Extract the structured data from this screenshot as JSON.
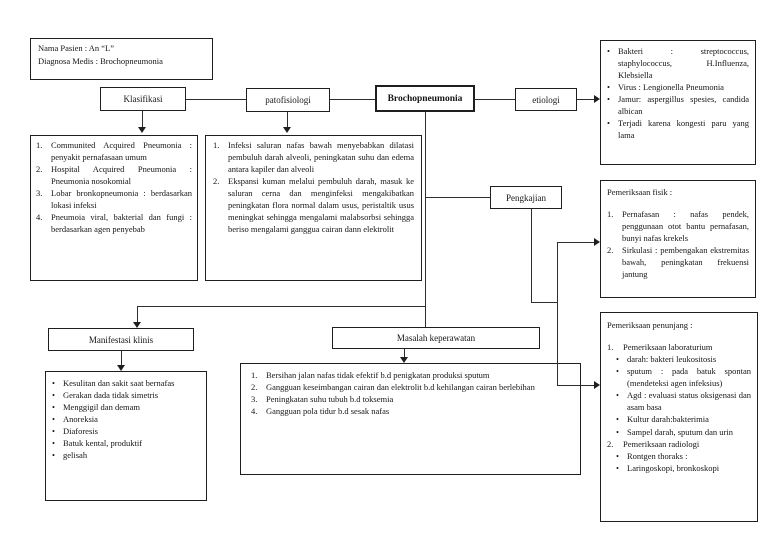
{
  "patient": {
    "line1": "Nama Pasien : An “L”",
    "line2": "Diagnosa Medis : Brochopneumonia"
  },
  "headers": {
    "klasifikasi": "Klasifikasi",
    "patofisiologi": "patofisiologi",
    "main": "Brochopneumonia",
    "etiologi": "etiologi",
    "pengkajian": "Pengkajian",
    "manifestasi": "Manifestasi klinis",
    "masalah": "Masalah keperawatan"
  },
  "etiologi_box": {
    "items": [
      "Bakteri : streptococcus, staphylococcus, H.Influenza, Klebsiella",
      "Virus : Lengionella Pneumonia",
      "Jamur: aspergillus spesies, candida albican",
      "Terjadi karena kongesti paru yang lama"
    ]
  },
  "klasifikasi_box": {
    "items": [
      "Communited Acquired Pneumonia : penyakit pernafasaan umum",
      "Hospital Acquired Pneumonia : Pneumonia nosokomial",
      "Lobar bronkopneumonia : berdasarkan lokasi infeksi",
      "Pneumoia viral, bakterial dan fungi : berdasarkan agen penyebab"
    ]
  },
  "patofisiologi_box": {
    "items": [
      "Infeksi saluran nafas bawah menyebabkan dilatasi pembuluh darah alveoli, peningkatan suhu dan edema antara kapiler dan alveoli",
      "Ekspansi kuman melalui pembuluh darah, masuk ke saluran cerna dan menginfeksi mengakibatkan peningkatan flora normal dalam usus, peristaltik usus meningkat sehingga mengalami malabsorbsi sehingga beriso mengalami ganggua cairan dann elektrolit"
    ]
  },
  "fisik_box": {
    "title": "Pemeriksaan fisik :",
    "items": [
      "Pernafasan : nafas pendek, penggunaan otot bantu pernafasan, bunyi nafas krekels",
      "Sirkulasi : pembengakan ekstremitas bawah, peningkatan frekuensi jantung"
    ]
  },
  "penunjang_box": {
    "title": "Pemeriksaan penunjang :",
    "sections": [
      {
        "num": "1.",
        "label": "Pemeriksaan laboraturium",
        "bullets": [
          "darah: bakteri leukositosis",
          "sputum : pada batuk spontan (mendeteksi agen infeksius)",
          "Agd : evaluasi status oksigenasi dan asam basa",
          "Kultur darah:bakterimia",
          "Sampel darah, sputum dan urin"
        ]
      },
      {
        "num": "2.",
        "label": "Pemeriksaan radiologi",
        "bullets": [
          "Rontgen thoraks :",
          "Laringoskopi, bronkoskopi"
        ]
      }
    ]
  },
  "manifestasi_box": {
    "items": [
      "Kesulitan dan sakit saat bernafas",
      "Gerakan dada tidak simetris",
      "Menggigil dan demam",
      "Anoreksia",
      "Diaforesis",
      "Batuk kental, produktif",
      "gelisah"
    ]
  },
  "masalah_box": {
    "items": [
      "Bersihan jalan nafas tidak efektif b.d penigkatan produksi sputum",
      "Gangguan keseimbangan cairan dan elektrolit b.d kehilangan cairan berlebihan",
      "Peningkatan suhu tubuh b.d toksemia",
      "Gangguan pola tidur b.d sesak nafas"
    ]
  },
  "colors": {
    "border": "#1f1f1f",
    "line": "#2e2e2e",
    "text": "#151515",
    "background": "#ffffff"
  }
}
